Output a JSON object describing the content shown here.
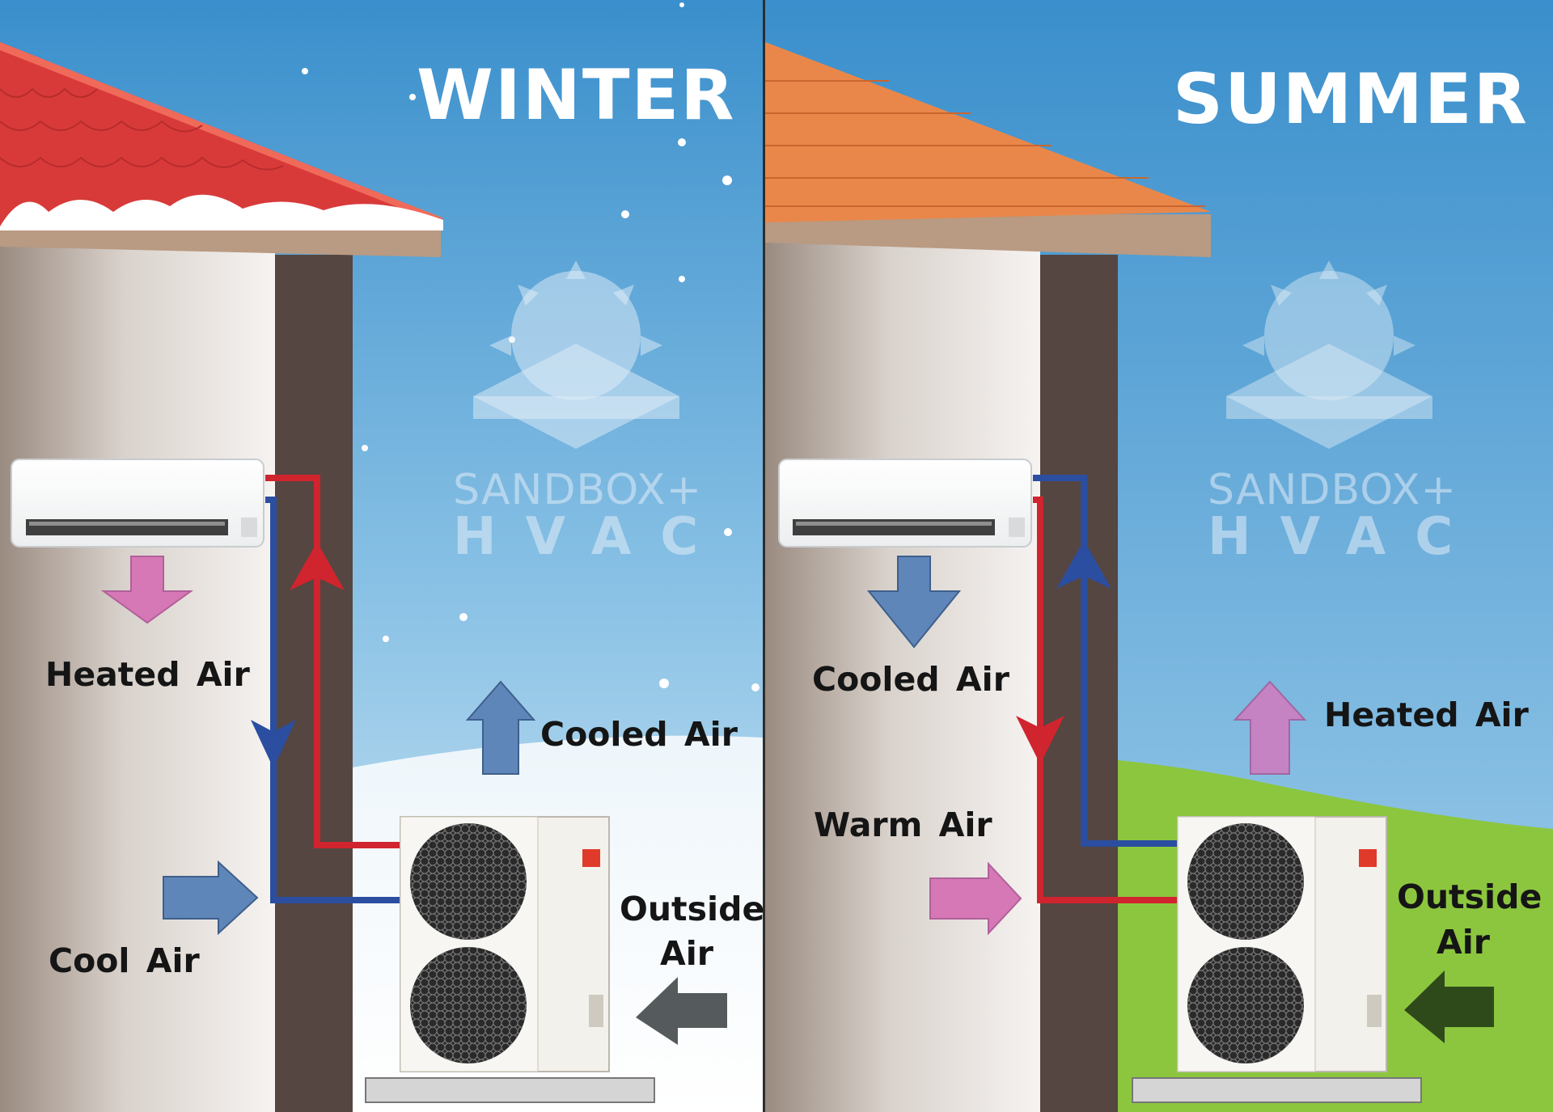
{
  "panels": {
    "winter": {
      "title": "WINTER",
      "indoor_air_label": "Heated Air",
      "indoor_return_label": "Cool Air",
      "outdoor_exhaust_label": "Cooled Air",
      "outdoor_intake_label_line1": "Outside",
      "outdoor_intake_label_line2": "Air"
    },
    "summer": {
      "title": "SUMMER",
      "indoor_air_label": "Cooled Air",
      "indoor_return_label": "Warm Air",
      "outdoor_exhaust_label": "Heated Air",
      "outdoor_intake_label_line1": "Outside",
      "outdoor_intake_label_line2": "Air"
    }
  },
  "watermark": {
    "line1": "SANDBOX+",
    "line2": "HVAC"
  },
  "colors": {
    "winter_sky_top": "#3a8fcc",
    "winter_sky_bottom": "#d9ecf6",
    "summer_sky_top": "#3a8fcc",
    "summer_sky_bottom": "#9ccbe8",
    "grass": "#8cc63f",
    "winter_roof": "#d83a3a",
    "summer_roof": "#e9874a",
    "wall_inner": "#554641",
    "hot_refrigerant_line": "#d0242e",
    "cold_refrigerant_line": "#2b4ea0",
    "heated_air_arrow": "#d678b6",
    "cooled_air_arrow": "#5f86b8",
    "winter_outside_air_arrow": "#555b5d",
    "summer_outside_air_arrow": "#2f4a1a"
  }
}
